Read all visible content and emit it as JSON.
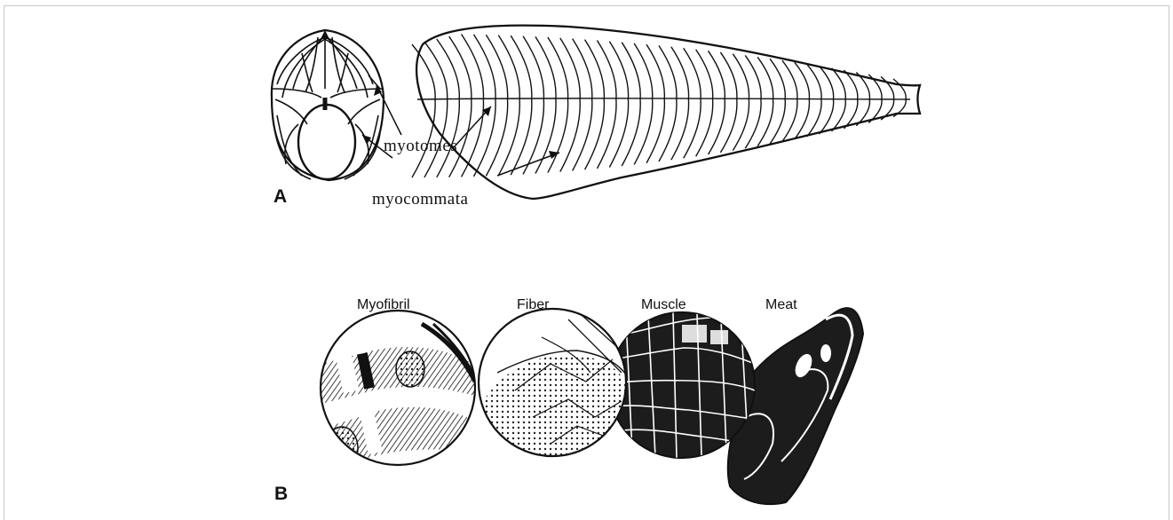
{
  "panel_a": {
    "letter": "A",
    "label_myotomes": "myotomes",
    "label_myocommata": "myocommata"
  },
  "panel_b": {
    "letter": "B",
    "labels": [
      "Myofibril",
      "Fiber",
      "Muscle",
      "Meat"
    ]
  }
}
